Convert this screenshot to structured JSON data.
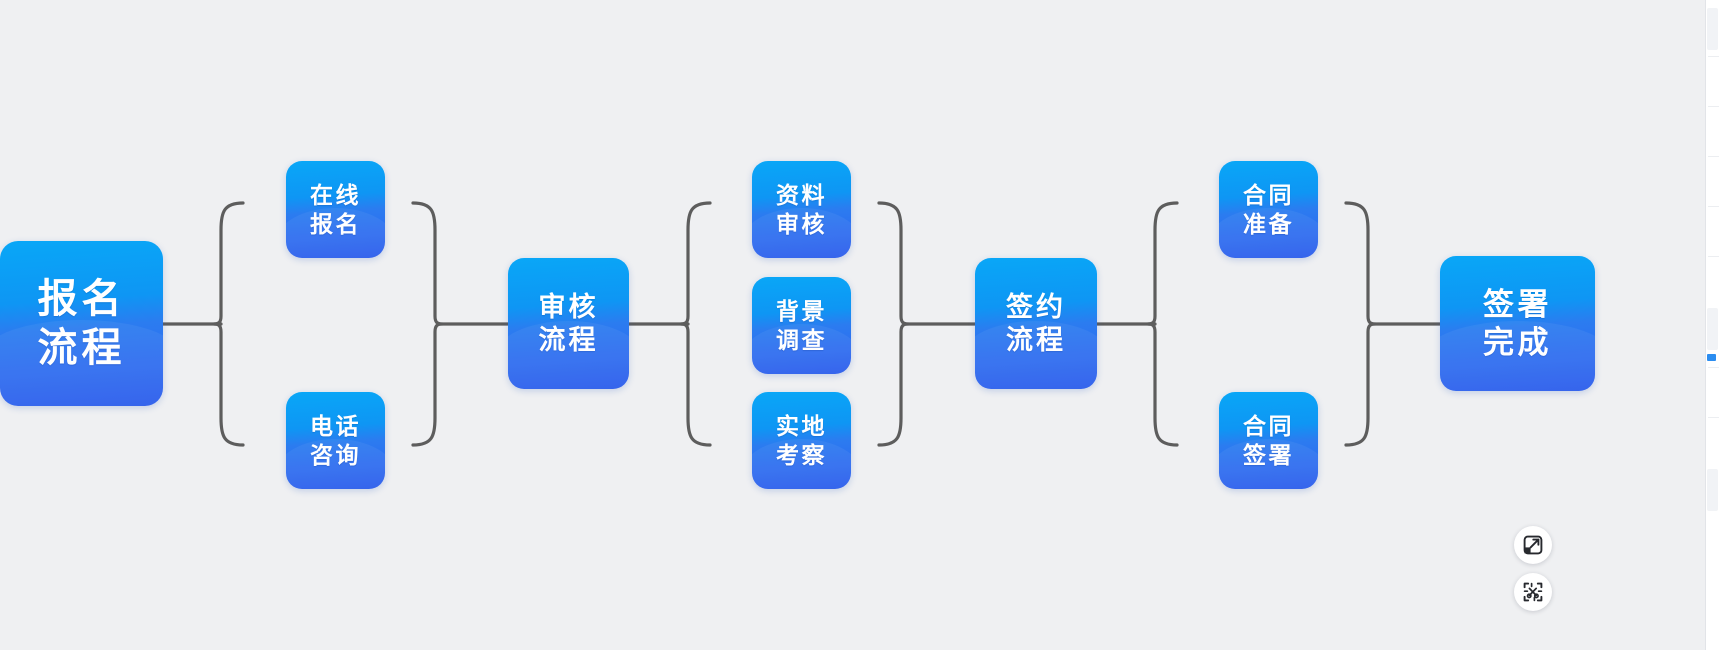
{
  "diagram": {
    "type": "mindmap-flowchart",
    "orientation": "left-to-right",
    "background_color": "#eff0f2",
    "node_gradient_from": "#09a7f7",
    "node_gradient_to": "#2b5ceb",
    "node_text_color": "#ffffff",
    "connector_color": "#5d5d5d",
    "root": {
      "label_line1": "报名",
      "label_line2": "流程"
    },
    "branches": [
      {
        "children": [
          {
            "label_line1": "在线",
            "label_line2": "报名"
          },
          {
            "label_line1": "电话",
            "label_line2": "咨询"
          }
        ],
        "stage": {
          "label_line1": "审核",
          "label_line2": "流程"
        }
      },
      {
        "children": [
          {
            "label_line1": "资料",
            "label_line2": "审核"
          },
          {
            "label_line1": "背景",
            "label_line2": "调查"
          },
          {
            "label_line1": "实地",
            "label_line2": "考察"
          }
        ],
        "stage": {
          "label_line1": "签约",
          "label_line2": "流程"
        }
      },
      {
        "children": [
          {
            "label_line1": "合同",
            "label_line2": "准备"
          },
          {
            "label_line1": "合同",
            "label_line2": "签署"
          }
        ],
        "stage": {
          "label_line1": "签署",
          "label_line2": "完成"
        }
      }
    ]
  },
  "toolbar": {
    "fullscreen_icon": "fullscreen-expand-icon",
    "capture_icon": "screenshot-crop-scissors-icon"
  }
}
